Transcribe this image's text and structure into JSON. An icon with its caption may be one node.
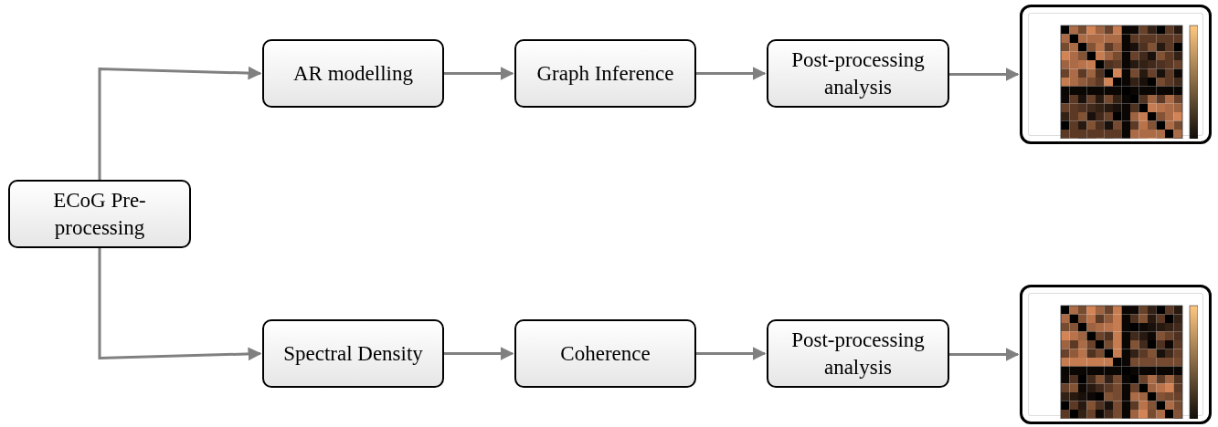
{
  "diagram": {
    "nodes": [
      {
        "text": [
          "ECoG Pre-processing"
        ]
      },
      {
        "text": [
          "AR modelling"
        ]
      },
      {
        "text": [
          "Graph Inference"
        ]
      },
      {
        "text": [
          "Post-processing analysis"
        ]
      },
      {
        "text": [],
        "shape": "picture"
      },
      {
        "text": [
          "Spectral Density"
        ]
      },
      {
        "text": [
          "Coherence"
        ]
      },
      {
        "text": [
          "Post-processing analysis"
        ]
      },
      {
        "text": [],
        "shape": "picture"
      }
    ],
    "edges": [
      {
        "from": 0,
        "to": 1,
        "arrow": "to"
      },
      {
        "from": 1,
        "to": 2,
        "arrow": "to"
      },
      {
        "from": 2,
        "to": 3,
        "arrow": "to"
      },
      {
        "from": 3,
        "to": 4,
        "arrow": "to"
      },
      {
        "from": 0,
        "to": 5,
        "arrow": "to"
      },
      {
        "from": 5,
        "to": 6,
        "arrow": "to"
      },
      {
        "from": 6,
        "to": 7,
        "arrow": "to"
      },
      {
        "from": 7,
        "to": 8,
        "arrow": "to"
      }
    ]
  }
}
